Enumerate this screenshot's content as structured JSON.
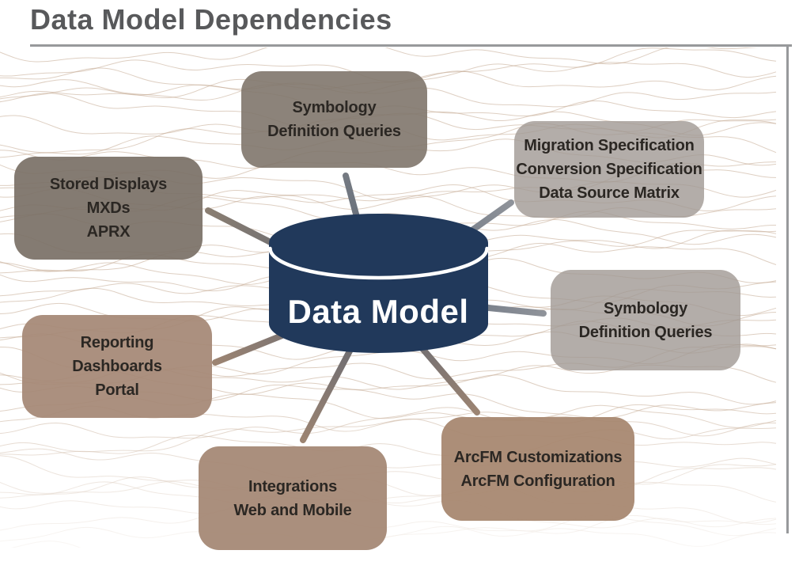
{
  "header": {
    "title": "Data Model Dependencies"
  },
  "center": {
    "label": "Data Model",
    "shape": "database-cylinder"
  },
  "nodes": [
    {
      "id": "symbology-top",
      "lines": [
        "Symbology",
        "Definition Queries"
      ],
      "fill": "rgba(128,117,107,0.90)"
    },
    {
      "id": "migration",
      "lines": [
        "Migration Specification",
        "Conversion Specification",
        "Data Source Matrix"
      ],
      "fill": "rgba(160,152,147,0.80)"
    },
    {
      "id": "symbology-right",
      "lines": [
        "Symbology",
        "Definition Queries"
      ],
      "fill": "rgba(160,152,147,0.80)"
    },
    {
      "id": "arcfm",
      "lines": [
        "ArcFM Customizations",
        "ArcFM Configuration"
      ],
      "fill": "rgba(166,133,110,0.93)"
    },
    {
      "id": "integrations",
      "lines": [
        "Integrations",
        "Web and Mobile"
      ],
      "fill": "rgba(164,135,115,0.93)"
    },
    {
      "id": "reporting",
      "lines": [
        "Reporting",
        "Dashboards",
        "Portal"
      ],
      "fill": "rgba(165,136,117,0.93)"
    },
    {
      "id": "stored-displays",
      "lines": [
        "Stored Displays",
        "MXDs",
        "APRX"
      ],
      "fill": "rgba(122,112,102,0.92)"
    }
  ],
  "colors": {
    "title_text": "#58595b",
    "frame_rule": "#97999b",
    "cylinder_navy": "#21395b",
    "cylinder_label": "#ffffff",
    "node_text": "#2b2723",
    "connector_slate": "#566171",
    "connector_gray_end": "#8f939a",
    "connector_tan_end": "#9c8472",
    "contour_line": "#c3a78f",
    "background": "#ffffff"
  }
}
